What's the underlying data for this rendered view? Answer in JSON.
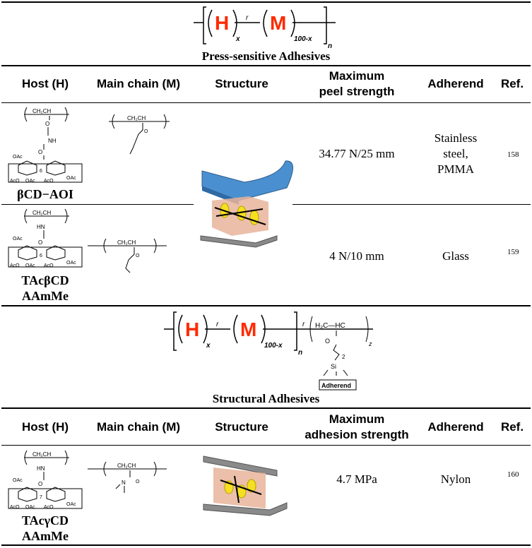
{
  "section1": {
    "formula": {
      "H": "H",
      "M": "M",
      "x": "x",
      "r": "r",
      "m_sub": "100-x",
      "n": "n"
    },
    "title": "Press-sensitive Adhesives",
    "headers": {
      "host": "Host (H)",
      "main_chain": "Main chain (M)",
      "structure": "Structure",
      "strength_l1": "Maximum",
      "strength_l2": "peel strength",
      "adherend": "Adherend",
      "ref": "Ref."
    },
    "rows": [
      {
        "host_l1": "βCD−AOI",
        "host_l2": "",
        "strength": "34.77 N/25 mm",
        "adherend_l1": "Stainless",
        "adherend_l2": "steel,",
        "adherend_l3": "PMMA",
        "ref": "158"
      },
      {
        "host_l1": "TAcβCD",
        "host_l2": "AAmMe",
        "strength": "4 N/10 mm",
        "adherend_l1": "Glass",
        "ref": "159"
      }
    ]
  },
  "section2": {
    "formula": {
      "H": "H",
      "M": "M",
      "x": "x",
      "r": "r",
      "m_sub": "100-x",
      "n": "n",
      "side_chain": "H₂C—HC",
      "z": "z",
      "two": "2",
      "si": "Si",
      "adherend_box": "Adherend"
    },
    "title": "Structural Adhesives",
    "headers": {
      "host": "Host (H)",
      "main_chain": "Main chain (M)",
      "structure": "Structure",
      "strength_l1": "Maximum",
      "strength_l2": "adhesion strength",
      "adherend": "Adherend",
      "ref": "Ref."
    },
    "rows": [
      {
        "host_l1": "TAcγCD",
        "host_l2": "AAmMe",
        "strength": "4.7 MPa",
        "adherend_l1": "Nylon",
        "ref": "160"
      }
    ]
  },
  "structure_labels": {
    "oac": "OAc",
    "aco": "AcO",
    "o": "O",
    "ring1": "6",
    "ring2": "6",
    "ring3": "7",
    "nh": "NH",
    "hn": "HN",
    "ch2ch": "CH₂CH",
    "n": "N"
  },
  "colors": {
    "accent_red": "#ff2a00",
    "tape_blue": "#4a90d0",
    "plate_gray": "#8a8a8a",
    "gel_pink": "#e8b49a",
    "cd_yellow": "#f4e020"
  }
}
